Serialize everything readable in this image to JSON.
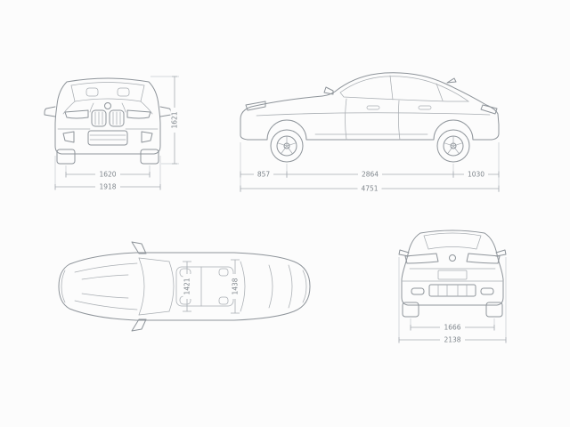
{
  "views": {
    "front": {
      "height": "1621",
      "track": "1620",
      "overall_width": "1918"
    },
    "side": {
      "front_overhang": "857",
      "wheelbase": "2864",
      "rear_overhang": "1030",
      "overall_length": "4751"
    },
    "top": {
      "front_interior_width": "1421",
      "rear_interior_width": "1438"
    },
    "rear": {
      "track": "1666",
      "overall_width": "2138"
    }
  },
  "colors": {
    "outline": "#8e949a",
    "dimension_line": "#a6acb2",
    "label_text": "#7f868c",
    "background": "#fcfcfc"
  }
}
